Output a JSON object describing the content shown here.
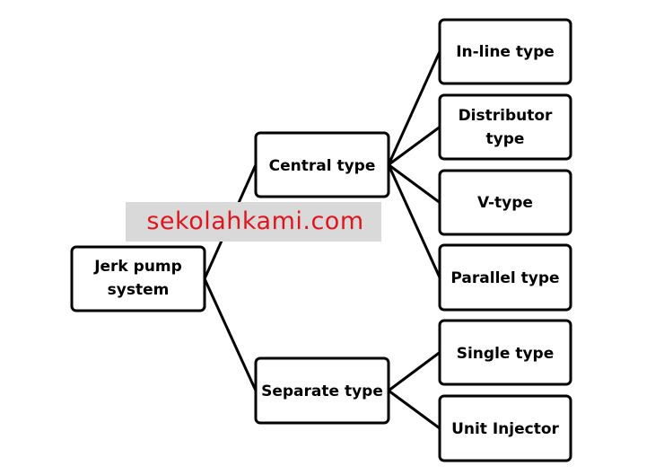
{
  "diagram": {
    "nodes": {
      "root": {
        "lines": [
          "Jerk pump",
          "system"
        ]
      },
      "central": {
        "lines": [
          "Central type"
        ]
      },
      "separate": {
        "lines": [
          "Separate type"
        ]
      },
      "inline": {
        "lines": [
          "In-line type"
        ]
      },
      "distributor": {
        "lines": [
          "Distributor",
          "type"
        ]
      },
      "vtype": {
        "lines": [
          "V-type"
        ]
      },
      "parallel": {
        "lines": [
          "Parallel type"
        ]
      },
      "single": {
        "lines": [
          "Single type"
        ]
      },
      "unit": {
        "lines": [
          "Unit Injector"
        ]
      }
    },
    "edges": [
      [
        "root",
        "central"
      ],
      [
        "root",
        "separate"
      ],
      [
        "central",
        "inline"
      ],
      [
        "central",
        "distributor"
      ],
      [
        "central",
        "vtype"
      ],
      [
        "central",
        "parallel"
      ],
      [
        "separate",
        "single"
      ],
      [
        "separate",
        "unit"
      ]
    ]
  },
  "watermark": {
    "text": "sekolahkami.com",
    "color": "#e0161f"
  }
}
